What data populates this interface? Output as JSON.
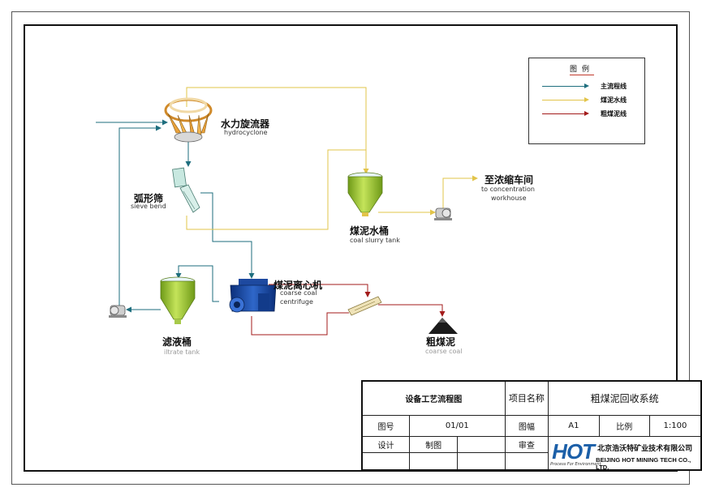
{
  "legend": {
    "title": "图例",
    "items": [
      {
        "label": "主流程线",
        "color": "#1e6e7e"
      },
      {
        "label": "煤泥水线",
        "color": "#e2c44a"
      },
      {
        "label": "粗煤泥线",
        "color": "#a31b1b"
      }
    ]
  },
  "equipment": {
    "hydrocyclone": {
      "cn": "水力旋流器",
      "en": "hydrocyclone"
    },
    "sieve_bend": {
      "cn": "弧形筛",
      "en": "sieve bend"
    },
    "coal_slurry_tank": {
      "cn": "煤泥水桶",
      "en": "coal slurry tank"
    },
    "to_concentration": {
      "cn": "至浓缩车间",
      "en1": "to concentration",
      "en2": "workhouse"
    },
    "centrifuge": {
      "cn": "煤泥离心机",
      "en1": "coarse coal",
      "en2": "centrifuge"
    },
    "filtrate_tank": {
      "cn": "滤液桶",
      "en": "iltrate tank"
    },
    "coarse_coal": {
      "cn": "粗煤泥",
      "en": "coarse coal"
    }
  },
  "title_block": {
    "drawing_type": "设备工艺流程图",
    "project_name_label": "项目名称",
    "project_name": "粗煤泥回收系统",
    "drawing_no_label": "图号",
    "drawing_no": "01/01",
    "sheet_label": "图幅",
    "sheet": "A1",
    "scale_label": "比例",
    "scale": "1:100",
    "design_label": "设计",
    "draft_label": "制图",
    "review_label": "审查",
    "logo_text": "HOT",
    "logo_tagline": "Process For Environment",
    "company_cn": "北京浩沃特矿业技术有限公司",
    "company_en": "BEIJING HOT MINING TECH CO., LTD."
  },
  "colors": {
    "main": "#1e6e7e",
    "slurry": "#e2c44a",
    "coarse": "#a31b1b",
    "tank_green": "#9ccc2e",
    "logo_blue": "#1b5fa8"
  }
}
